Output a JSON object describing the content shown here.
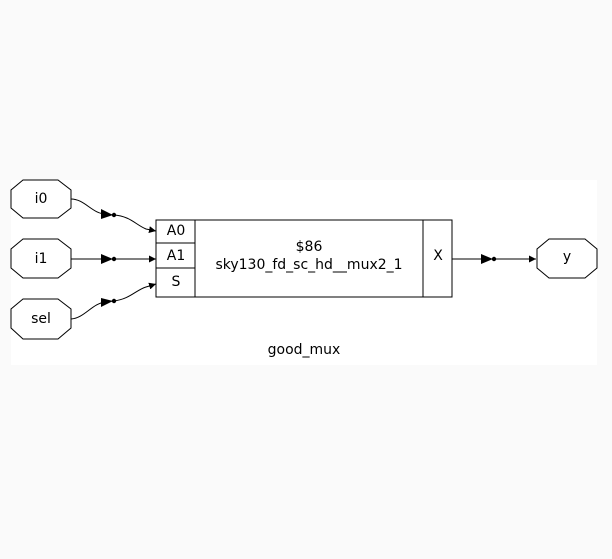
{
  "diagram": {
    "title": "good_mux",
    "inputs": {
      "i0": "i0",
      "i1": "i1",
      "sel": "sel"
    },
    "output": {
      "y": "y"
    },
    "cell": {
      "id": "$86",
      "type": "sky130_fd_sc_hd__mux2_1",
      "ports": {
        "a0": "A0",
        "a1": "A1",
        "s": "S",
        "x": "X"
      }
    }
  },
  "colors": {
    "page_background": "#fafafa",
    "panel_background": "#ffffff",
    "stroke": "#000000"
  }
}
